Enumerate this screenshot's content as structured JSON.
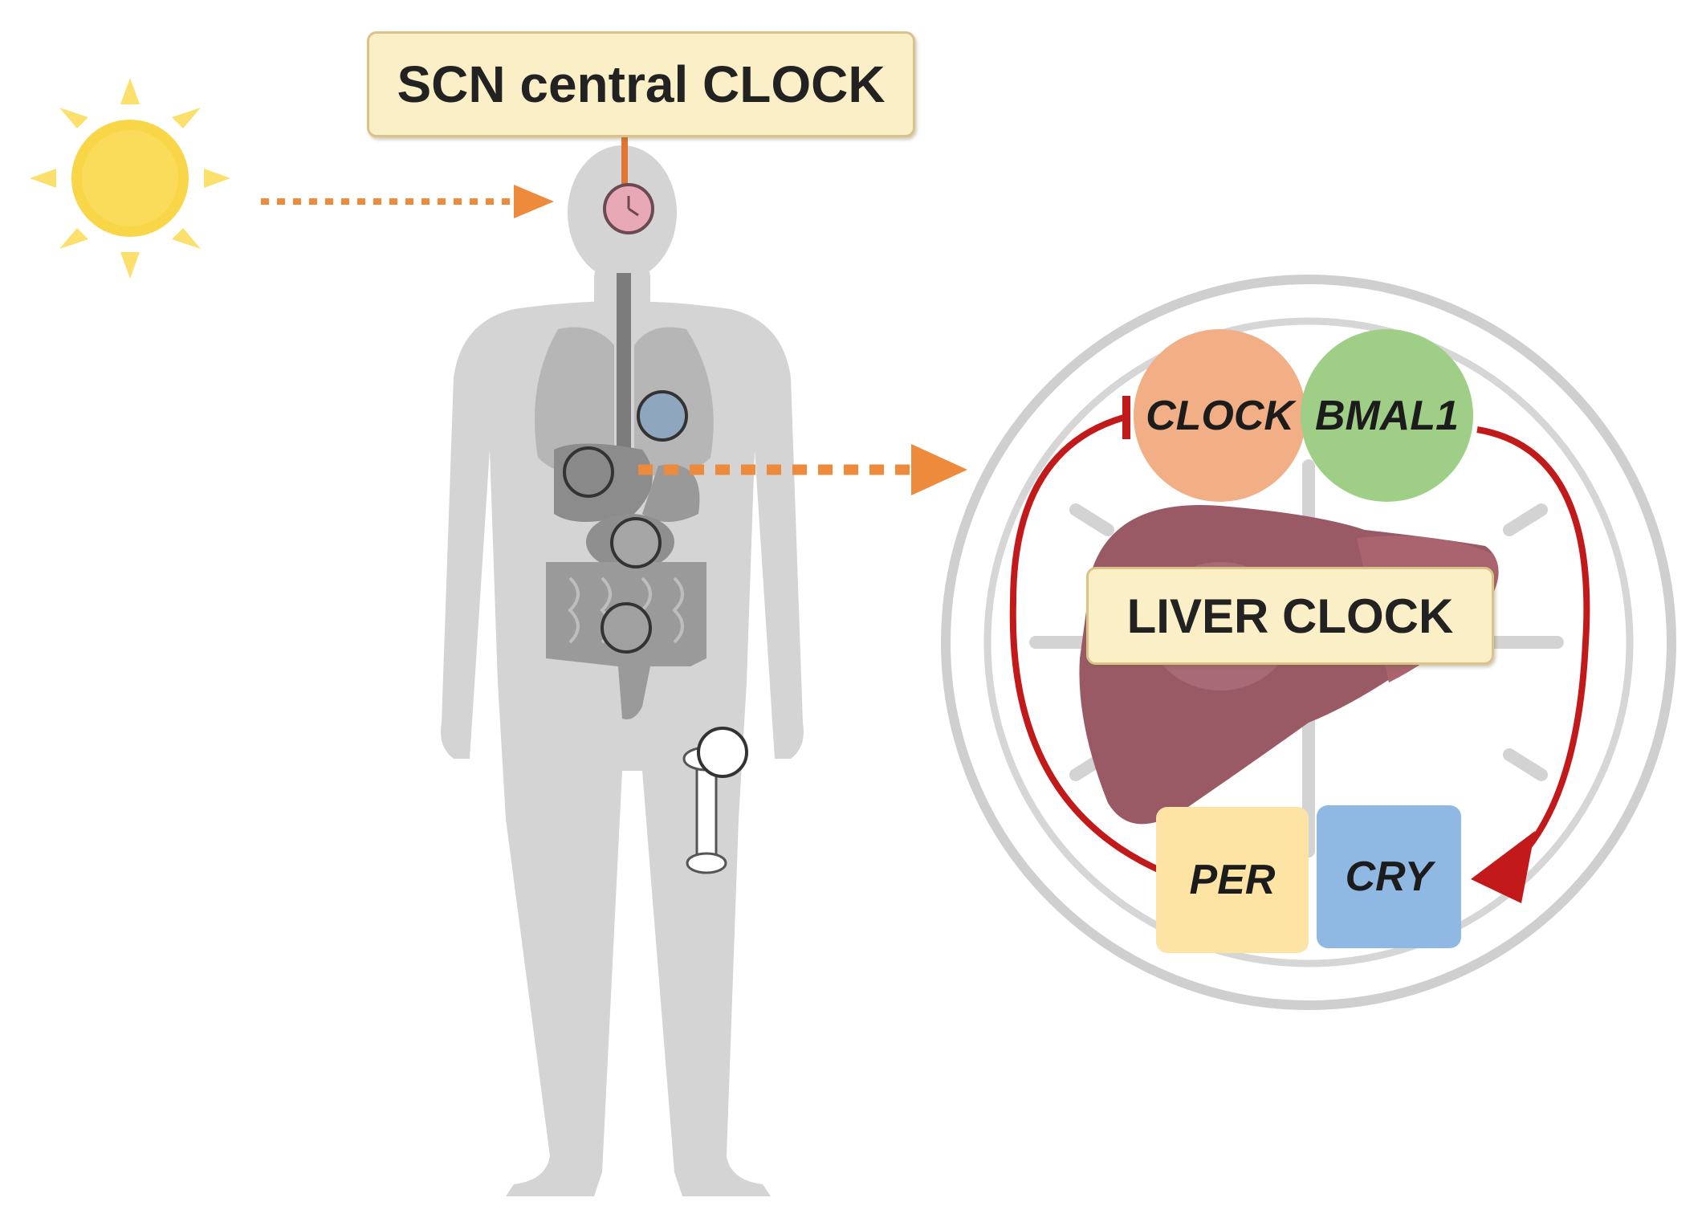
{
  "labels": {
    "central_clock": "SCN central CLOCK",
    "liver_clock": "LIVER CLOCK"
  },
  "genes": {
    "clock": "CLOCK",
    "bmal1": "BMAL1",
    "per": "PER",
    "cry": "CRY"
  },
  "colors": {
    "arrow_orange": "#ee8a3c",
    "feedback_red": "#c21a1a",
    "clock_circle": "#f2ae84",
    "bmal1_circle": "#9fcf87",
    "per_box": "#fde4a4",
    "cry_box": "#8fb9e3",
    "label_fill": "#fbefc8",
    "sun": "#f9d548",
    "body": "#d4d4d4",
    "liver": "#9a5a65"
  },
  "icons": [
    "sun-icon",
    "human-body-icon",
    "brain-icon",
    "organ-clock-icon",
    "liver-icon",
    "clock-face-icon"
  ]
}
